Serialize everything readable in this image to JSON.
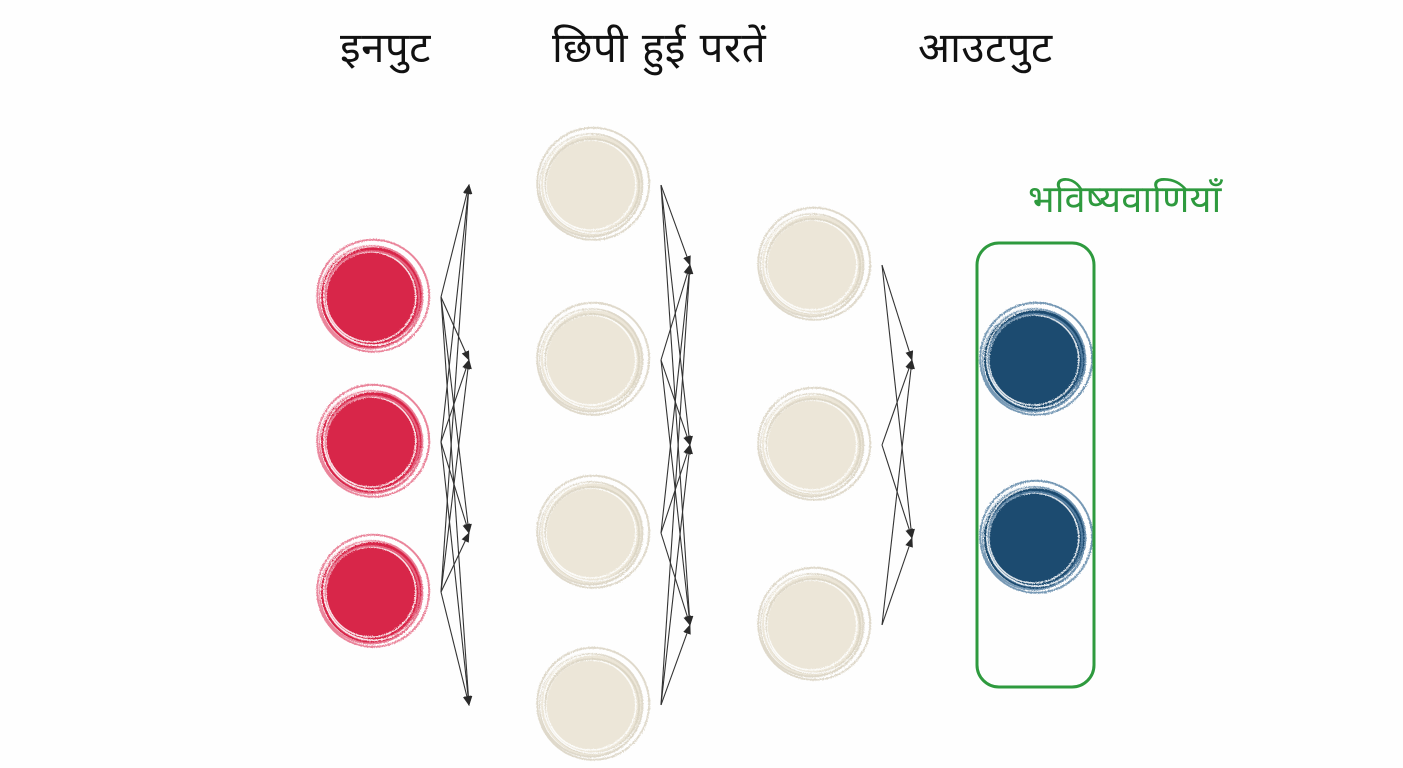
{
  "headings": {
    "input": "इनपुट",
    "hidden": "छिपी हुई परतें",
    "output": "आउटपुट"
  },
  "predictions_label": "भविष्यवाणियाँ",
  "colors": {
    "input_node": "#d8284a",
    "hidden_node": "#ece6d8",
    "output_node": "#1d4b70",
    "predictions_box": "#2e9a3e",
    "edge": "#333333"
  },
  "layers": [
    {
      "name": "input",
      "node_count": 3
    },
    {
      "name": "hidden-1",
      "node_count": 4
    },
    {
      "name": "hidden-2",
      "node_count": 3
    },
    {
      "name": "output",
      "node_count": 2
    }
  ]
}
